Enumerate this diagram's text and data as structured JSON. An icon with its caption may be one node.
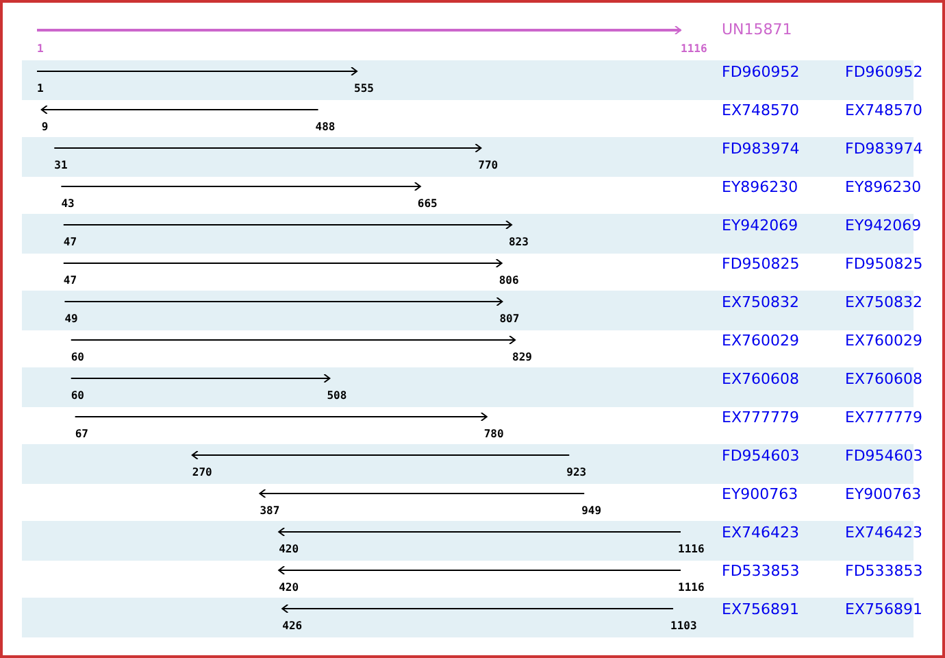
{
  "diagram": {
    "labels": [
      "UN15871",
      "1",
      "1116",
      "FD960952",
      "FD960952",
      "1",
      "555",
      "EX748570",
      "EX748570",
      "9",
      "488",
      "FD983974",
      "FD983974",
      "31",
      "770",
      "EY896230",
      "EY896230",
      "43",
      "665",
      "EY942069",
      "EY942069",
      "47",
      "823",
      "FD950825",
      "FD950825",
      "47",
      "806",
      "EX750832",
      "EX750832",
      "49",
      "807",
      "EX760029",
      "EX760029",
      "60",
      "829",
      "EX760608",
      "EX760608",
      "60",
      "508",
      "EX777779",
      "EX777779",
      "67",
      "780",
      "FD954603",
      "FD954603",
      "270",
      "923",
      "EY900763",
      "EY900763",
      "387",
      "949",
      "EX746423",
      "EX746423",
      "420",
      "1116",
      "FD533853",
      "FD533853",
      "420",
      "1116",
      "EX756891",
      "EX756891",
      "426",
      "1103"
    ]
  }
}
